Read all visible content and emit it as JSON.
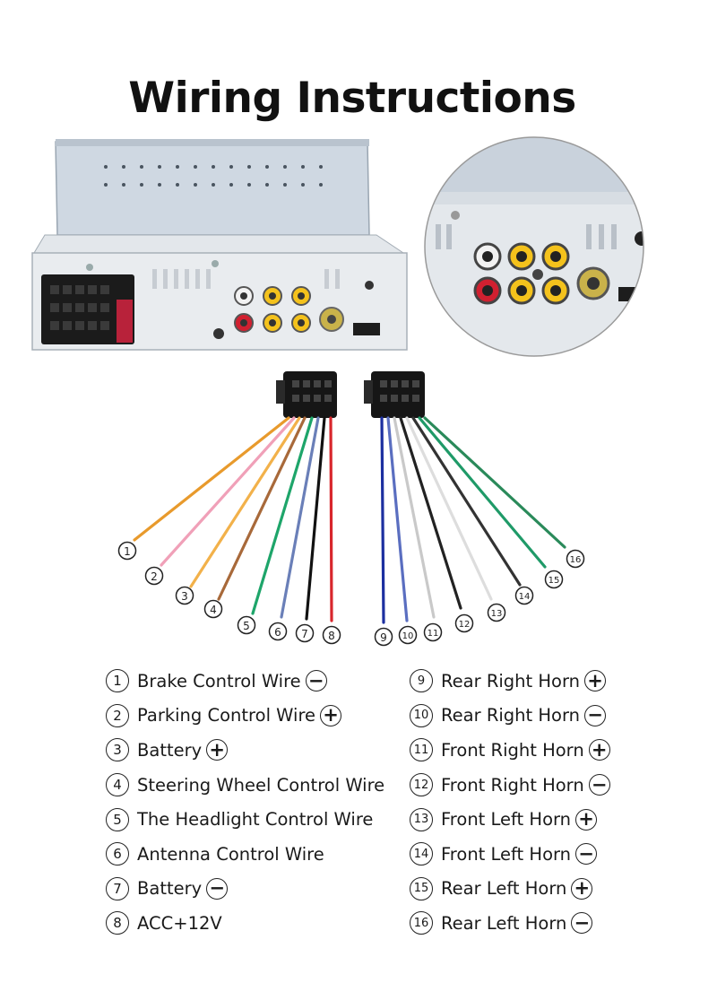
{
  "title": "Wiring Instructions",
  "colors": {
    "wire_1": "#e89a2c",
    "wire_2": "#f0a0b8",
    "wire_3": "#f2b14a",
    "wire_4": "#a8693a",
    "wire_5": "#1ea56a",
    "wire_6": "#6a7fb8",
    "wire_7": "#111111",
    "wire_8": "#d8262c",
    "wire_9": "#1c2fa0",
    "wire_10": "#5a6ec0",
    "wire_11": "#c9c9c9",
    "wire_12": "#222222",
    "wire_13": "#dddddd",
    "wire_14": "#333333",
    "wire_15": "#1f9a68",
    "wire_16": "#2a8a5a"
  },
  "wire_numbers": [
    "1",
    "2",
    "3",
    "4",
    "5",
    "6",
    "7",
    "8",
    "9",
    "10",
    "11",
    "12",
    "13",
    "14",
    "15",
    "16"
  ],
  "legend_left": [
    {
      "num": "1",
      "label": "Brake Control Wire",
      "polarity": "-"
    },
    {
      "num": "2",
      "label": "Parking Control Wire",
      "polarity": "+"
    },
    {
      "num": "3",
      "label": "Battery",
      "polarity": "+"
    },
    {
      "num": "4",
      "label": "Steering Wheel Control Wire",
      "polarity": ""
    },
    {
      "num": "5",
      "label": "The Headlight Control Wire",
      "polarity": ""
    },
    {
      "num": "6",
      "label": "Antenna Control Wire",
      "polarity": ""
    },
    {
      "num": "7",
      "label": "Battery",
      "polarity": "-"
    },
    {
      "num": "8",
      "label": "ACC+12V",
      "polarity": ""
    }
  ],
  "legend_right": [
    {
      "num": "9",
      "label": "Rear Right Horn",
      "polarity": "+"
    },
    {
      "num": "10",
      "label": "Rear Right Horn",
      "polarity": "-"
    },
    {
      "num": "11",
      "label": "Front Right Horn",
      "polarity": "+"
    },
    {
      "num": "12",
      "label": "Front Right Horn",
      "polarity": "-"
    },
    {
      "num": "13",
      "label": "Front Left Horn",
      "polarity": "+"
    },
    {
      "num": "14",
      "label": "Front Left Horn",
      "polarity": "-"
    },
    {
      "num": "15",
      "label": "Rear Left Horn",
      "polarity": "+"
    },
    {
      "num": "16",
      "label": "Rear Left Horn",
      "polarity": "-"
    }
  ]
}
